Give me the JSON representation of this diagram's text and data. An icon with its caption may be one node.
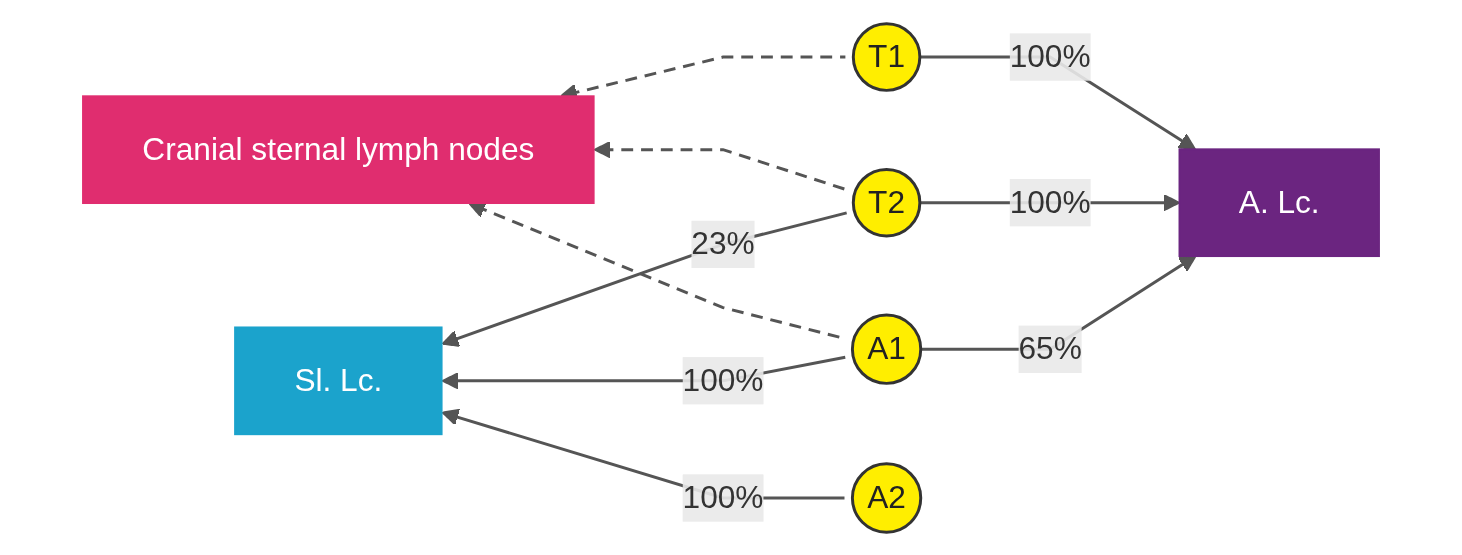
{
  "diagram": {
    "nodes": [
      {
        "text": [
          "T1"
        ]
      },
      {
        "text": [
          "Cranial sternal lymph nodes"
        ]
      },
      {
        "text": [
          "T2"
        ]
      },
      {
        "text": [
          "A. Lc."
        ]
      },
      {
        "text": [
          "A1"
        ]
      },
      {
        "text": [
          "Sl. Lc."
        ]
      },
      {
        "text": [
          "A2"
        ]
      }
    ],
    "edges": [
      {
        "from": 0,
        "to": 1,
        "arrow": "to",
        "style": "dashed"
      },
      {
        "from": 2,
        "to": 1,
        "arrow": "to",
        "style": "dashed"
      },
      {
        "from": 4,
        "to": 1,
        "arrow": "to",
        "style": "dashed"
      },
      {
        "from": 0,
        "to": 3,
        "arrow": "to",
        "label": "100%"
      },
      {
        "from": 2,
        "to": 3,
        "arrow": "to",
        "label": "100%"
      },
      {
        "from": 4,
        "to": 3,
        "arrow": "to",
        "label": "65%"
      },
      {
        "from": 2,
        "to": 5,
        "arrow": "to",
        "label": "23%"
      },
      {
        "from": 4,
        "to": 5,
        "arrow": "to",
        "label": "100%"
      },
      {
        "from": 6,
        "to": 5,
        "arrow": "to",
        "label": "100%"
      }
    ]
  }
}
